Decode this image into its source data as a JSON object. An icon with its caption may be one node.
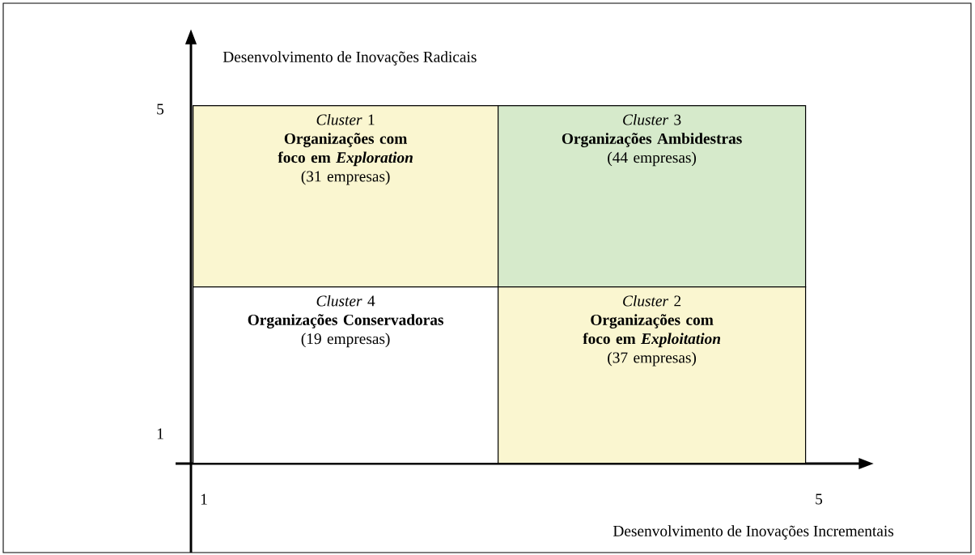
{
  "diagram": {
    "nodes": [
      {
        "text": [
          "*Cluster* 1",
          "Organizações com foco em *Exploration*",
          "(31 empresas)"
        ]
      },
      {
        "text": [
          "*Cluster* 3",
          "Organizações Ambidestras",
          "(44 empresas)"
        ]
      },
      {
        "text": [
          "*Cluster* 4",
          "Organizações Conservadoras",
          "(19 empresas)"
        ]
      },
      {
        "text": [
          "*Cluster* 2",
          "Organizações com foco em *Exploitation*",
          "(37 empresas)"
        ]
      }
    ],
    "labels": [
      "Desenvolvimento de Inovações Radicais",
      "5",
      "1",
      "1",
      "5",
      "Desenvolvimento de Inovações Incrementais"
    ]
  }
}
